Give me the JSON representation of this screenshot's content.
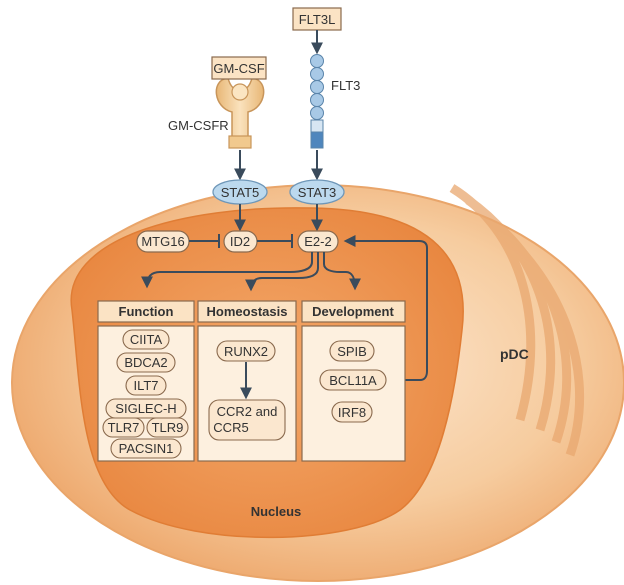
{
  "colors": {
    "cell": "#f2c08e",
    "cell_edge": "#e9a56a",
    "nucleus": "#ef9a55",
    "nucleus_dark": "#e88a45",
    "stat_fill": "#bcd9ee",
    "stat_stroke": "#6f97b8",
    "node_fill": "#fbe7cf",
    "node_stroke": "#8a6a4e",
    "panel_fill": "#fdf0df",
    "header_fill": "#fbe3c4",
    "arrow": "#3a4b5c",
    "receptor": "#f3cf9c",
    "flt3_bead": "#a8c9e6",
    "flt3_tm": "#4f86bd"
  },
  "ligands": {
    "gmcsf": "GM-CSF",
    "flt3l": "FLT3L"
  },
  "receptors": {
    "gmcsfr": "GM-CSFR",
    "flt3": "FLT3"
  },
  "signals": {
    "stat5": "STAT5",
    "stat3": "STAT3"
  },
  "regulators": {
    "mtg16": "MTG16",
    "id2": "ID2",
    "e22": "E2-2"
  },
  "panels": {
    "function": {
      "header": "Function",
      "items": [
        "CIITA",
        "BDCA2",
        "ILT7",
        "SIGLEC-H",
        "TLR7",
        "TLR9",
        "PACSIN1"
      ]
    },
    "homeostasis": {
      "header": "Homeostasis",
      "items": [
        "RUNX2",
        "CCR2 and",
        "CCR5"
      ]
    },
    "development": {
      "header": "Development",
      "items": [
        "SPIB",
        "BCL11A",
        "IRF8"
      ]
    }
  },
  "labels": {
    "pdc": "pDC",
    "nucleus": "Nucleus"
  }
}
